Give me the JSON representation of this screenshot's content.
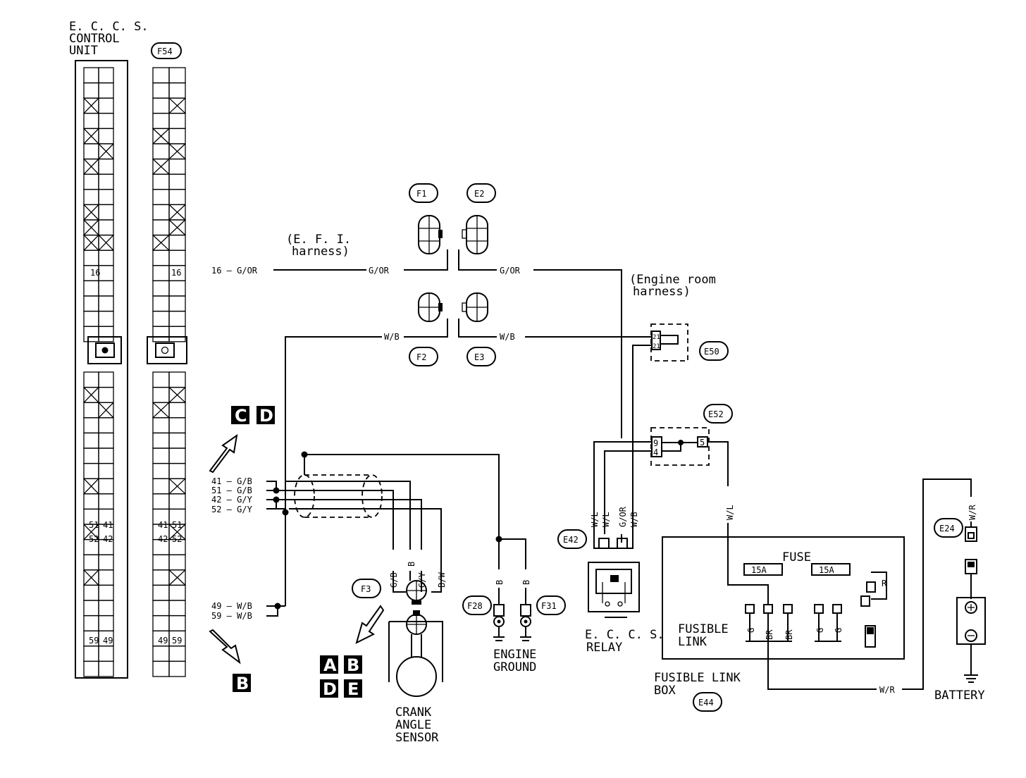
{
  "ecu": {
    "title_lines": [
      "E. C. C. S.",
      "CONTROL",
      "UNIT"
    ],
    "pins": {
      "p16": "16",
      "p41": "41",
      "p51": "51",
      "p42": "42",
      "p52": "52",
      "p59": "59",
      "p49": "49"
    }
  },
  "f54": {
    "label": "F54",
    "pins": {
      "p16": "16",
      "p41": "41",
      "p51": "51",
      "p42": "42",
      "p52": "52",
      "p59": "59",
      "p49": "49"
    }
  },
  "connectors": {
    "F1": "F1",
    "E2": "E2",
    "F2": "F2",
    "E3": "E3",
    "E50": "E50",
    "E52": "E52",
    "E42": "E42",
    "F3": "F3",
    "F28": "F28",
    "F31": "F31",
    "E24": "E24",
    "E44": "E44"
  },
  "harness": {
    "efi": [
      "(E. F. I.",
      "harness)"
    ],
    "engine_room": [
      "(Engine room",
      "harness)"
    ]
  },
  "wires": {
    "w16": "16 — G/OR",
    "gor1": "G/OR",
    "gor2": "G/OR",
    "wb1": "W/B",
    "wb2": "W/B",
    "w41": "41 — G/B",
    "w51": "51 — G/B",
    "w42": "42 — G/Y",
    "w52": "52 — G/Y",
    "w49": "49 — W/B",
    "w59": "59 — W/B",
    "gb": "G/B",
    "b": "B",
    "gy": "G/Y",
    "bw": "B/W",
    "b_f28": "B",
    "b_f31": "B",
    "wl1": "W/L",
    "wl2": "W/L",
    "gor3": "G/OR",
    "wb3": "W/B",
    "wl3": "W/L",
    "wr1": "W/R",
    "wr2": "W/R"
  },
  "e50_pins": {
    "a": "21",
    "b": "21"
  },
  "e52_pins": {
    "a": "9",
    "b": "4",
    "c": "5"
  },
  "fuse": {
    "title": "FUSE",
    "f1": "15A",
    "f2": "15A",
    "r": "R",
    "fl_g1": "G",
    "fl_br1": "BR",
    "fl_br2": "BR",
    "fl_g2": "G",
    "fl_g3": "G"
  },
  "components": {
    "crank": [
      "CRANK",
      "ANGLE",
      "SENSOR"
    ],
    "ground": [
      "ENGINE",
      "GROUND"
    ],
    "relay": [
      "E. C. C. S.",
      "RELAY"
    ],
    "fusible_link": [
      "FUSIBLE",
      "LINK"
    ],
    "fl_box": [
      "FUSIBLE LINK",
      "BOX"
    ],
    "battery": "BATTERY"
  },
  "refs": {
    "cd": [
      "C",
      "D"
    ],
    "b": "B",
    "abde": [
      "A",
      "B",
      "D",
      "E"
    ]
  }
}
